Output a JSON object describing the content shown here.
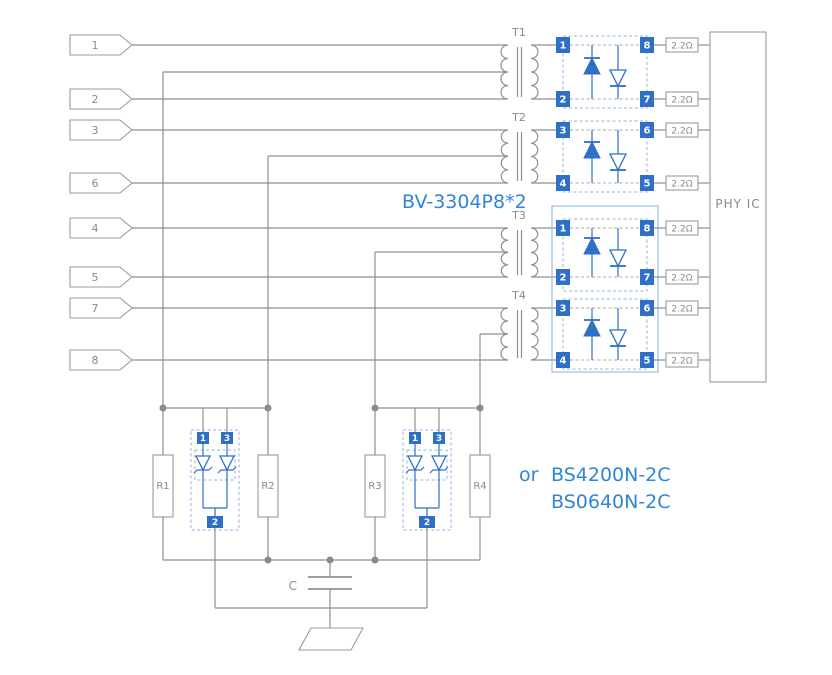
{
  "colors": {
    "wire_gray": "#8f8f8f",
    "component_gray": "#9b9b9b",
    "accent_blue": "#2e6fc7",
    "label_blue": "#2f85d8",
    "package_dash_blue": "#8fb4e3"
  },
  "input_pins": [
    {
      "label": "1"
    },
    {
      "label": "2"
    },
    {
      "label": "3"
    },
    {
      "label": "6"
    },
    {
      "label": "4"
    },
    {
      "label": "5"
    },
    {
      "label": "7"
    },
    {
      "label": "8"
    }
  ],
  "transformers": [
    {
      "label": "T1"
    },
    {
      "label": "T2"
    },
    {
      "label": "T3"
    },
    {
      "label": "T4"
    }
  ],
  "packages": {
    "label": "BV-3304P8*2",
    "upper": {
      "left_pins": [
        "1",
        "2",
        "3",
        "4"
      ],
      "right_pins": [
        "8",
        "7",
        "6",
        "5"
      ]
    },
    "lower": {
      "left_pins": [
        "1",
        "2",
        "3",
        "4"
      ],
      "right_pins": [
        "8",
        "7",
        "6",
        "5"
      ]
    }
  },
  "series_resistor": {
    "value": "2.2Ω"
  },
  "phy": {
    "label": "PHY IC"
  },
  "terminations": [
    {
      "label": "R1"
    },
    {
      "label": "R2"
    },
    {
      "label": "R3"
    },
    {
      "label": "R4"
    }
  ],
  "tvs": {
    "or_label": "or",
    "part_option_1": "BS4200N-2C",
    "part_option_2": "BS0640N-2C",
    "top_pins": [
      "1",
      "3"
    ],
    "bottom_pin": "2"
  },
  "capacitor": {
    "label": "C"
  }
}
